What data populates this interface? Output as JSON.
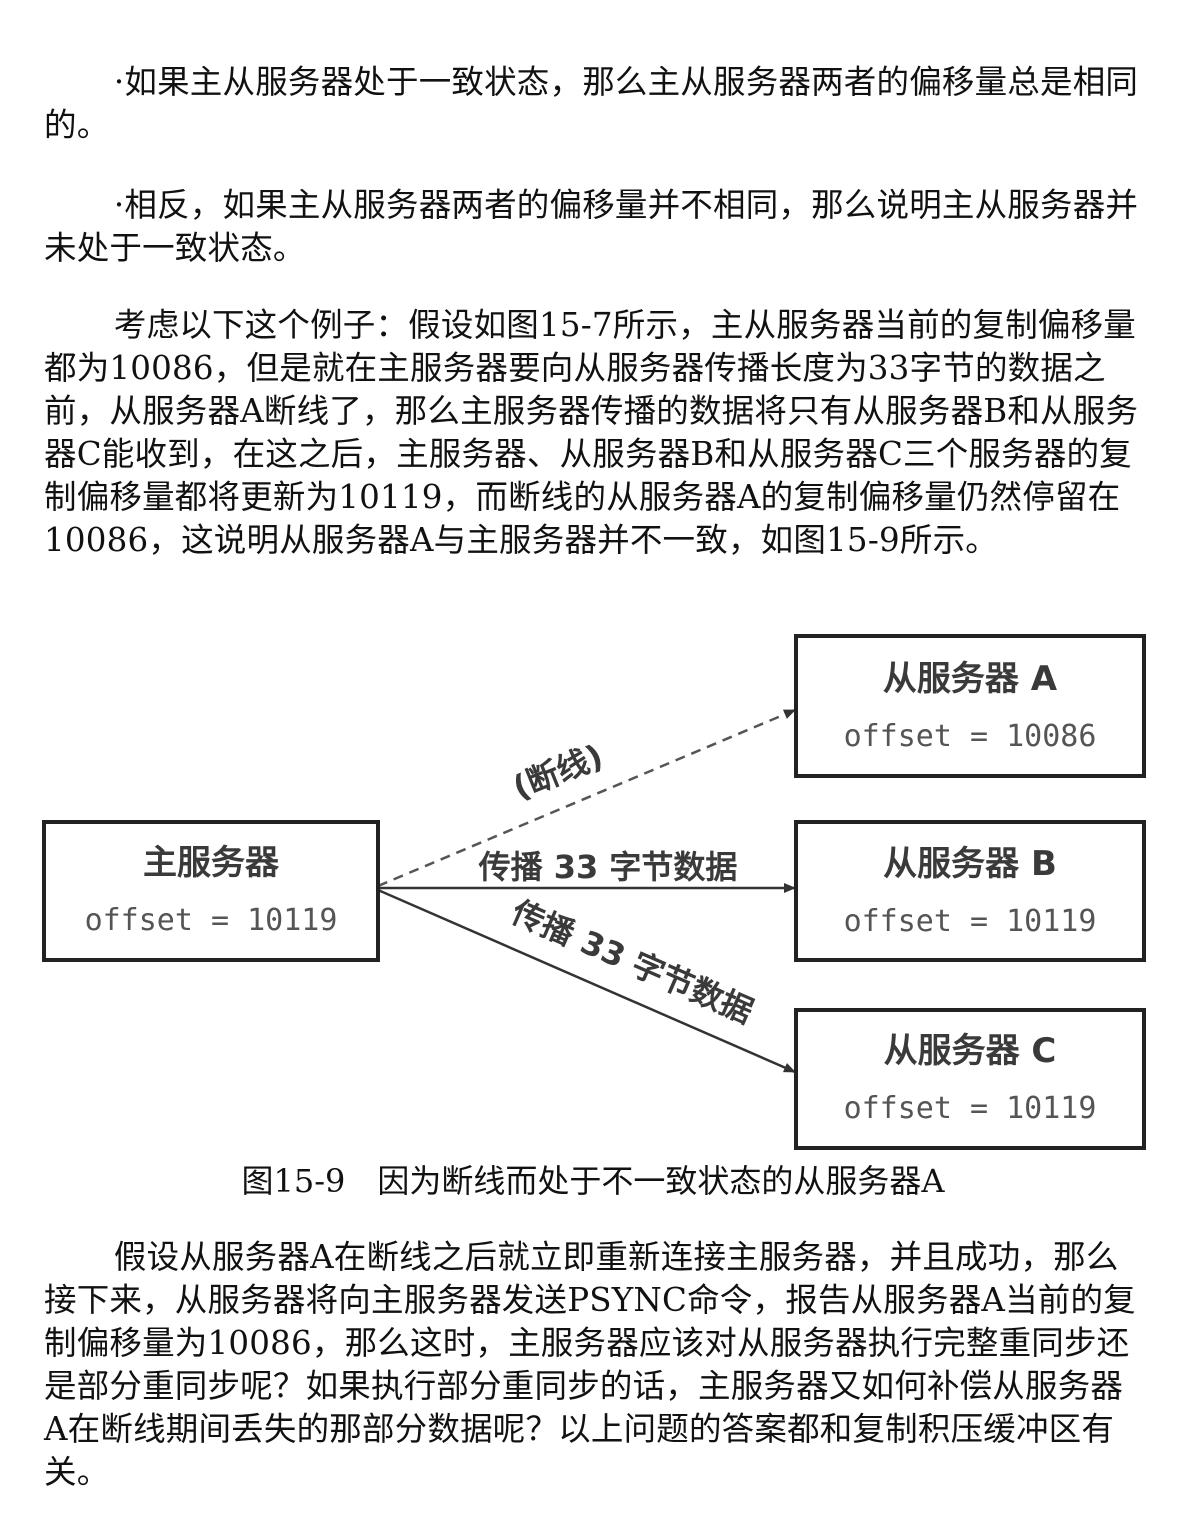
{
  "paragraphs": {
    "p1": "·如果主从服务器处于一致状态，那么主从服务器两者的偏移量总是相同的。",
    "p2": "·相反，如果主从服务器两者的偏移量并不相同，那么说明主从服务器并未处于一致状态。",
    "p3": "考虑以下这个例子：假设如图15-7所示，主从服务器当前的复制偏移量都为10086，但是就在主服务器要向从服务器传播长度为33字节的数据之前，从服务器A断线了，那么主服务器传播的数据将只有从服务器B和从服务器C能收到，在这之后，主服务器、从服务器B和从服务器C三个服务器的复制偏移量都将更新为10119，而断线的从服务器A的复制偏移量仍然停留在10086，这说明从服务器A与主服务器并不一致，如图15-9所示。",
    "p4": "假设从服务器A在断线之后就立即重新连接主服务器，并且成功，那么接下来，从服务器将向主服务器发送PSYNC命令，报告从服务器A当前的复制偏移量为10086，那么这时，主服务器应该对从服务器执行完整重同步还是部分重同步呢？如果执行部分重同步的话，主服务器又如何补偿从服务器A在断线期间丢失的那部分数据呢？以上问题的答案都和复制积压缓冲区有关。"
  },
  "figure": {
    "master": {
      "title": "主服务器",
      "offset": "offset = 10119"
    },
    "slave_a": {
      "title": "从服务器 A",
      "offset": "offset = 10086"
    },
    "slave_b": {
      "title": "从服务器 B",
      "offset": "offset = 10119"
    },
    "slave_c": {
      "title": "从服务器 C",
      "offset": "offset = 10119"
    },
    "edge_a_label": "(断线)",
    "edge_b_label": "传播 33 字节数据",
    "edge_c_label": "传播 33 字节数据",
    "caption": "图15-9　因为断线而处于不一致状态的从服务器A"
  }
}
